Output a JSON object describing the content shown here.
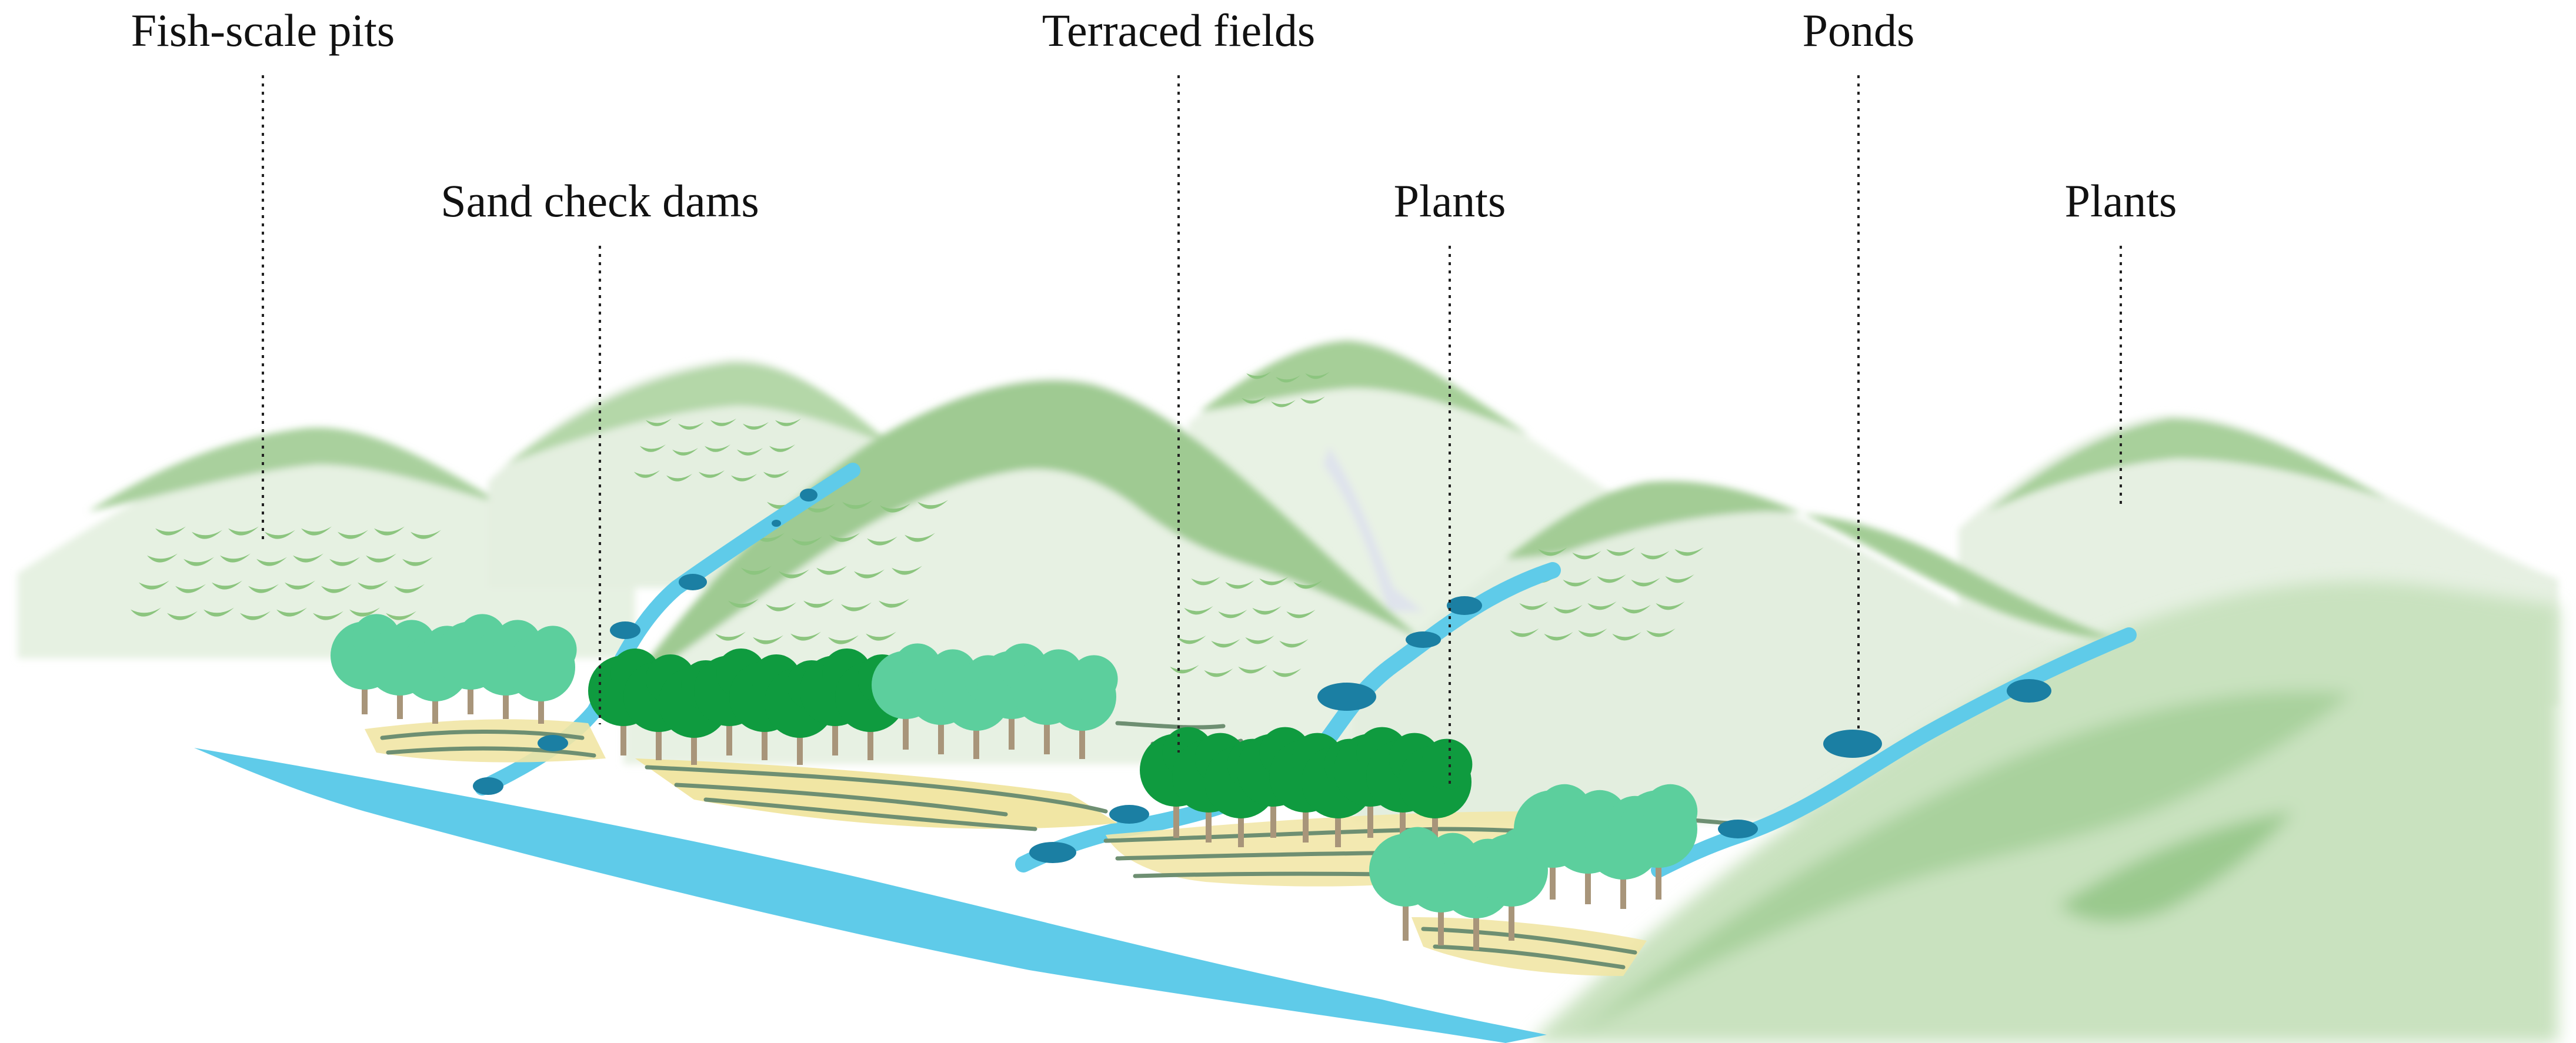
{
  "labels": [
    {
      "id": "fish-scale-pits",
      "text": "Fish-scale pits"
    },
    {
      "id": "sand-check-dams",
      "text": "Sand check dams"
    },
    {
      "id": "terraced-fields",
      "text": "Terraced fields"
    },
    {
      "id": "plants-center",
      "text": "Plants"
    },
    {
      "id": "ponds",
      "text": "Ponds"
    },
    {
      "id": "plants-right",
      "text": "Plants"
    }
  ],
  "colors": {
    "mountain_dark": "#9cc990",
    "mountain_light": "#e3efdf",
    "pit": "#8cc57f",
    "river": "#5fcbe9",
    "pond": "#1b7fa3",
    "tree_dark": "#0f9b3f",
    "tree_light": "#5ccf9d",
    "field": "#f0e6a0",
    "trunk": "#a8957a",
    "terrace_line": "#6e8f72"
  }
}
